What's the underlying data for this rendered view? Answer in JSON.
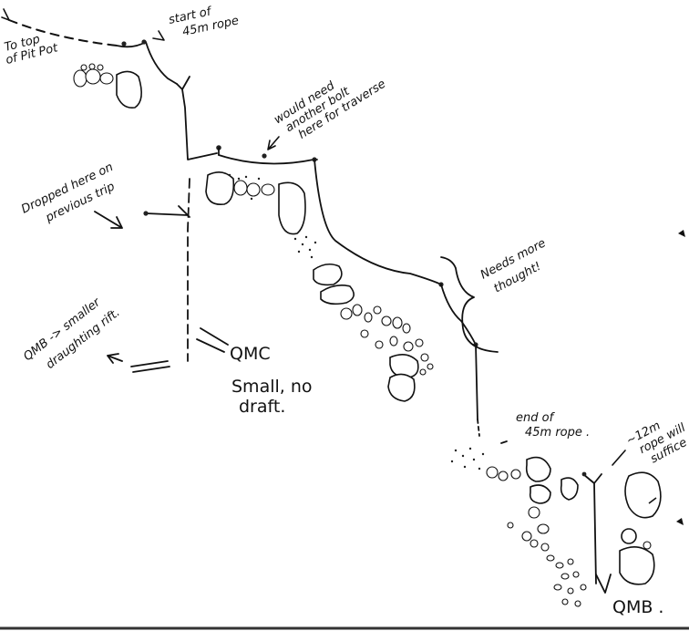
{
  "colors": {
    "ink": "#111111",
    "paper": "#ffffff",
    "scan_edge": "#333333"
  },
  "labels": {
    "to_top": [
      "To top",
      "of Pit Pot"
    ],
    "start_rope": [
      "start of",
      "45m rope"
    ],
    "another_bolt": [
      "would need",
      "another bolt",
      "here for traverse"
    ],
    "dropped_here": [
      "Dropped here on",
      "previous trip"
    ],
    "needs_thought": [
      "Needs more",
      "thought!"
    ],
    "qmb_rift": [
      "QMB -> smaller",
      "draughting rift."
    ],
    "qmc": "QMC",
    "qmc_note": [
      "Small, no",
      "draft."
    ],
    "end_rope": [
      "end of",
      "45m rope ."
    ],
    "rope_12m": [
      "~12m",
      "rope will",
      "suffice"
    ],
    "qmb": "QMB ."
  }
}
